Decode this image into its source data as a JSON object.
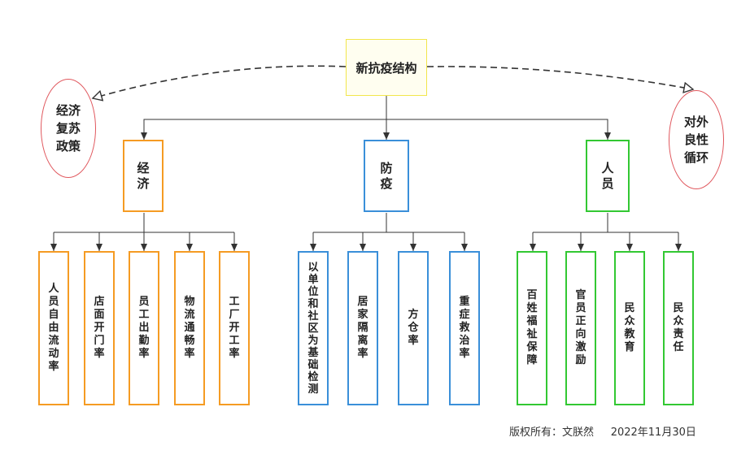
{
  "title": "新抗疫结构",
  "left_ellipse": "经济复苏政策",
  "right_ellipse": "对外良性循环",
  "categories": [
    {
      "label": "经济",
      "color": "#f59b23",
      "items": [
        "人员自由流动率",
        "店面开门率",
        "员工出勤率",
        "物流通畅率",
        "工厂开工率"
      ]
    },
    {
      "label": "防疫",
      "color": "#3a8fd9",
      "items": [
        "以单位和社区为基础检测",
        "居家隔离率",
        "方仓率",
        "重症救治率"
      ]
    },
    {
      "label": "人员",
      "color": "#32c832",
      "items": [
        "百姓福祉保障",
        "官员正向激励",
        "民众教育",
        "民众责任"
      ]
    }
  ],
  "copyright": "版权所有：文朕然",
  "date": "2022年11月30日"
}
